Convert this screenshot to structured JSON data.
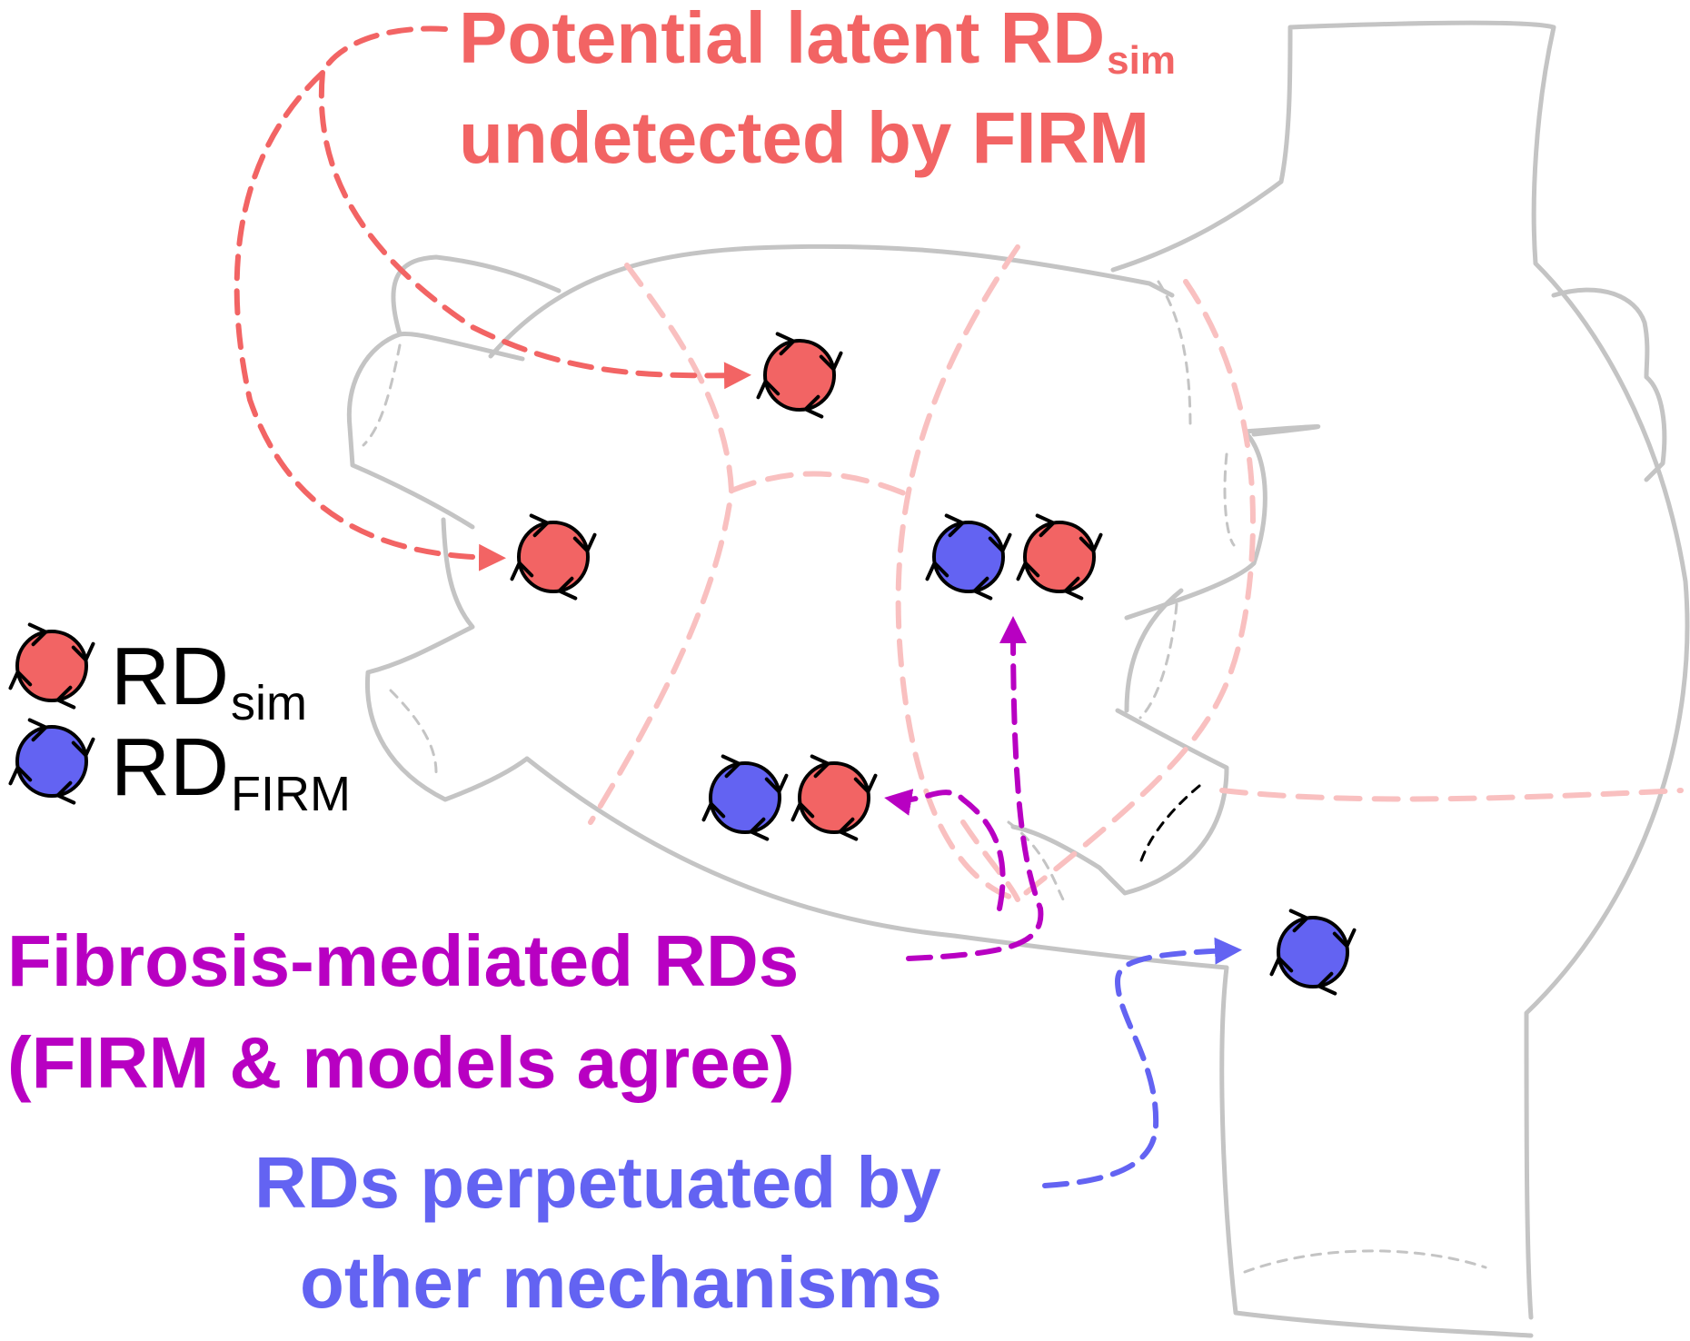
{
  "colors": {
    "sim_red": "#f26464",
    "firm_blue": "#6363f2",
    "fibrosis_purple": "#b800c2",
    "outline_gray": "#c4c4c4",
    "faint_red": "#f9c0c0",
    "text_black": "#000000"
  },
  "labels": {
    "latent_line1_main": "Potential latent RD",
    "latent_line1_sub": "sim",
    "latent_line2": "undetected by FIRM",
    "fibrosis_line1": "Fibrosis-mediated RDs",
    "fibrosis_line2": "(FIRM & models agree)",
    "other_line1": "RDs perpetuated by",
    "other_line2": "other mechanisms"
  },
  "legend": {
    "sim": {
      "main": "RD",
      "sub": "sim"
    },
    "firm": {
      "main": "RD",
      "sub": "FIRM"
    }
  },
  "icons": {
    "rotor": "circular-arrow-rotor-icon",
    "arrowhead": "arrowhead-icon"
  }
}
